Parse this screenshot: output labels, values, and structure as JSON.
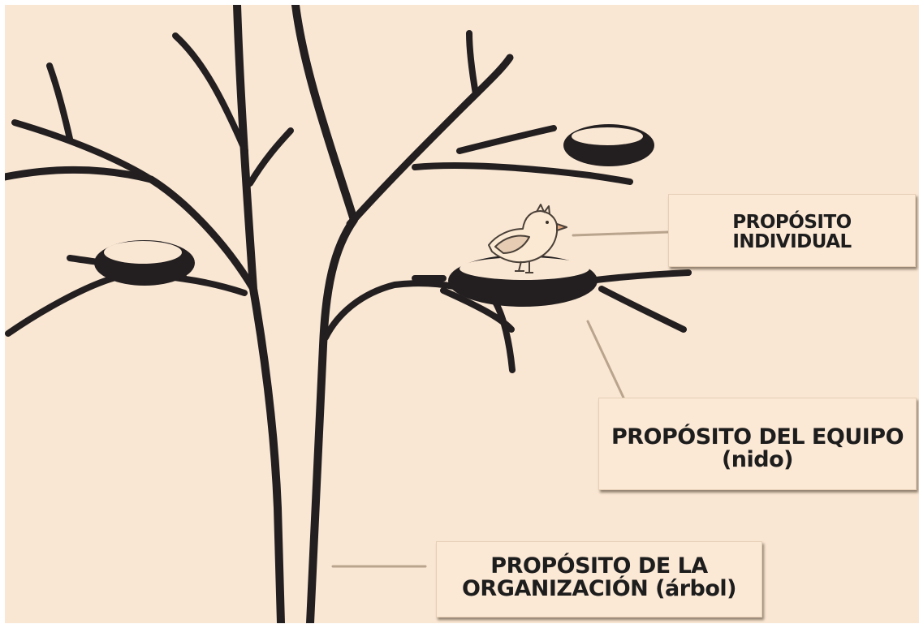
{
  "labels": {
    "individual": {
      "line1": "PROPÓSITO",
      "line2": "INDIVIDUAL"
    },
    "equipo": {
      "line1": "PROPÓSITO DEL EQUIPO",
      "line2": "(nido)"
    },
    "organizacion": {
      "line1": "PROPÓSITO DE LA",
      "line2": "ORGANIZACIÓN (árbol)"
    }
  },
  "colors": {
    "background": "#fae7d3",
    "ink": "#231f20",
    "connector": "#b9a48e",
    "bird_body": "#fbe9d3"
  }
}
